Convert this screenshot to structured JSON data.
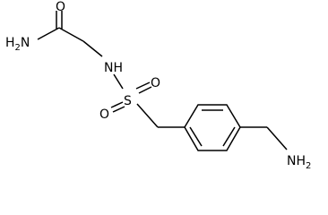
{
  "molecule": {
    "atoms": {
      "nh2_amide": {
        "main": "H",
        "sub": "2",
        "tail": "N"
      },
      "o_carbonyl": {
        "text": "O"
      },
      "nh_sulfonamide": {
        "text": "NH"
      },
      "s": {
        "text": "S"
      },
      "o_sulfonyl_1": {
        "text": "O"
      },
      "o_sulfonyl_2": {
        "text": "O"
      },
      "nh2_benzyl": {
        "main": "NH",
        "sub": "2"
      }
    }
  }
}
